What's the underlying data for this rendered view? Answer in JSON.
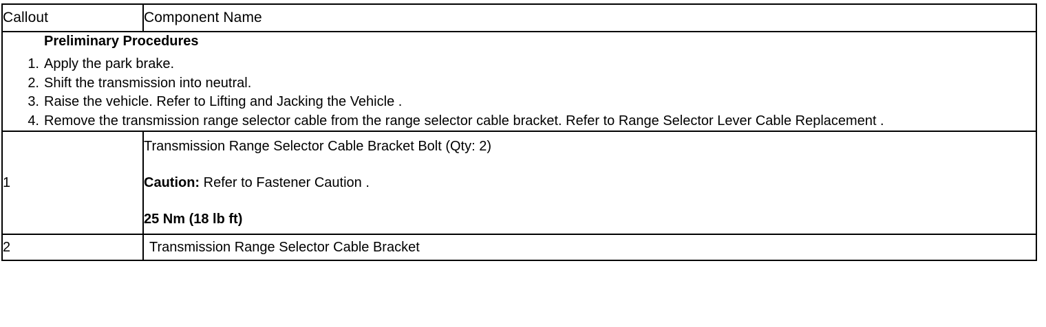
{
  "table": {
    "headers": {
      "callout": "Callout",
      "component_name": "Component Name"
    },
    "preliminary": {
      "title": "Preliminary Procedures",
      "steps": [
        {
          "number": "1.",
          "text": "Apply the park brake."
        },
        {
          "number": "2.",
          "text": "Shift the transmission into neutral."
        },
        {
          "number": "3.",
          "text": "Raise the vehicle. Refer to Lifting and Jacking the Vehicle ."
        },
        {
          "number": "4.",
          "text": "Remove the transmission range selector cable from the range selector cable bracket. Refer to Range Selector Lever Cable Replacement ."
        }
      ]
    },
    "rows": [
      {
        "callout": "1",
        "name": "Transmission Range Selector Cable Bracket Bolt (Qty: 2)",
        "caution_label": "Caution:",
        "caution_text": " Refer to Fastener Caution .",
        "torque": "25 Nm (18 lb ft)"
      },
      {
        "callout": "2",
        "name": "Transmission Range Selector Cable Bracket"
      }
    ]
  }
}
